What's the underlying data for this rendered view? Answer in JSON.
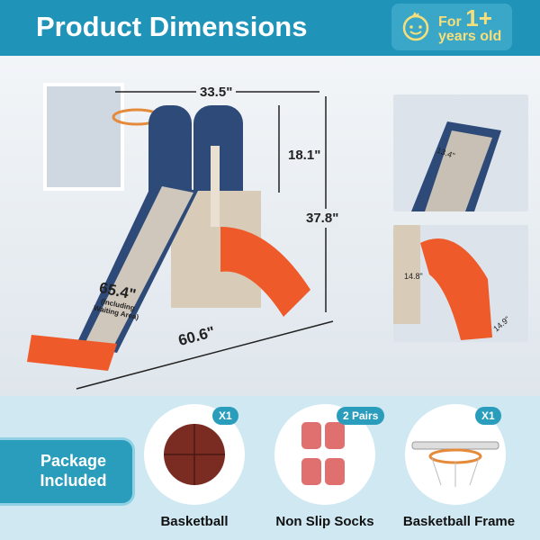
{
  "header": {
    "title": "Product Dimensions",
    "age_badge": {
      "icon": "baby-face-icon",
      "line1": "For",
      "number": "1+",
      "line2": "years old"
    }
  },
  "dimensions": {
    "width": "33.5\"",
    "back_height": "18.1\"",
    "total_height": "37.8\"",
    "slide_length": "65.4\"",
    "slide_note": "(Including Waiting Area)",
    "length": "60.6\""
  },
  "insets": [
    {
      "dims": [
        "13.4\""
      ]
    },
    {
      "dims": [
        "14.8\"",
        "14.9\""
      ]
    }
  ],
  "package": {
    "title": "Package Included",
    "items": [
      {
        "label": "Basketball",
        "qty": "X1"
      },
      {
        "label": "Non Slip Socks",
        "qty": "2 Pairs"
      },
      {
        "label": "Basketball Frame",
        "qty": "X1"
      }
    ]
  },
  "colors": {
    "header": "#1f93b8",
    "slide_orange": "#ef5a2a",
    "slide_navy": "#2d4a78",
    "beige": "#d8cbb8"
  }
}
